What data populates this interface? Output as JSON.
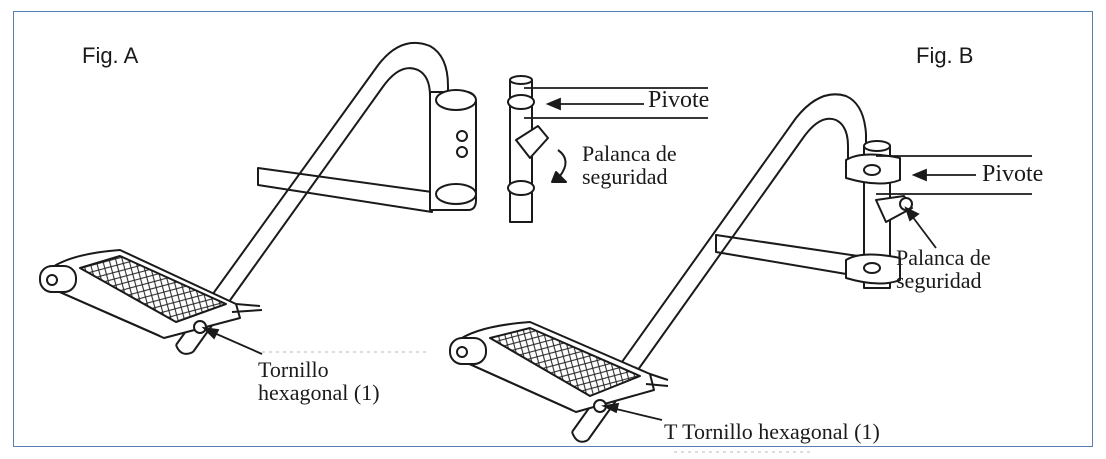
{
  "figure_a": {
    "title": "Fig. A",
    "pivot": "Pivote",
    "lever_line1": "Palanca de",
    "lever_line2": "seguridad",
    "screw_line1": "Tornillo",
    "screw_line2": "hexagonal (1)"
  },
  "figure_b": {
    "title": "Fig. B",
    "pivot": "Pivote",
    "lever_line1": "Palanca de",
    "lever_line2": "seguridad",
    "screw": "T Tornillo hexagonal (1)"
  },
  "colors": {
    "frame": "#5b7fb0",
    "line": "#1a1a1a"
  }
}
